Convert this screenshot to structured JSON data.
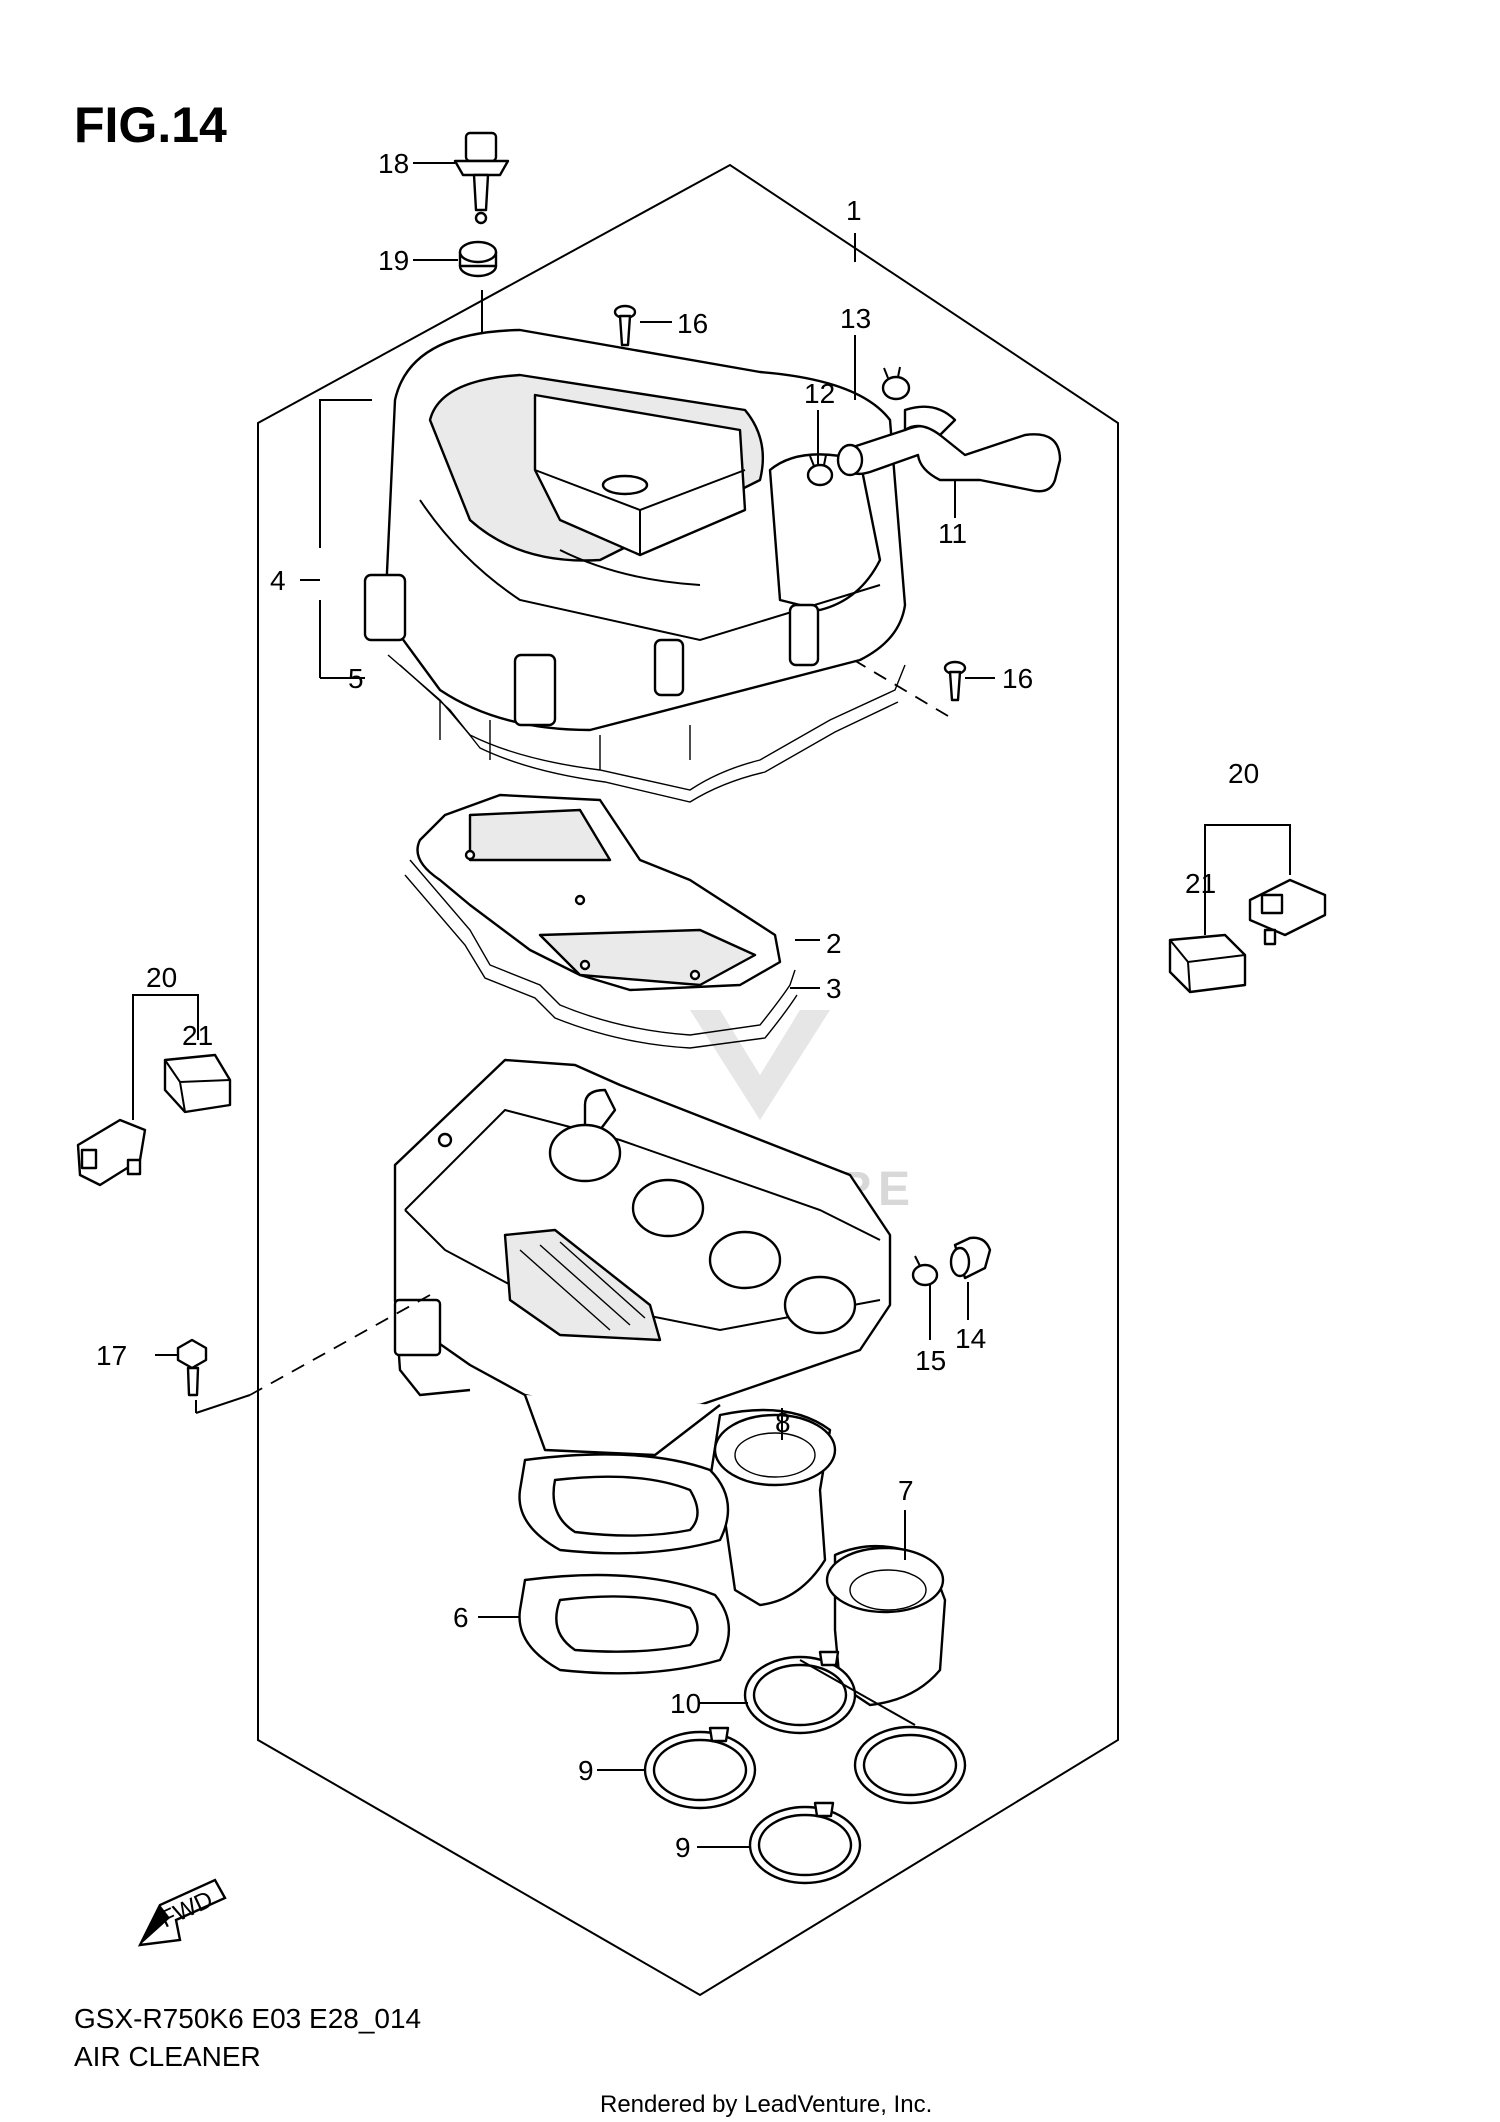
{
  "figure": {
    "title": "FIG.14",
    "model_code": "GSX-R750K6 E03 E28_014",
    "section_name": "AIR CLEANER",
    "fwd_marker": "FWD",
    "credit": "Rendered by LeadVenture, Inc.",
    "watermark": "LEADVENTURE"
  },
  "callouts": [
    {
      "id": "c1",
      "label": "1"
    },
    {
      "id": "c2",
      "label": "2"
    },
    {
      "id": "c3",
      "label": "3"
    },
    {
      "id": "c4",
      "label": "4"
    },
    {
      "id": "c5",
      "label": "5"
    },
    {
      "id": "c6",
      "label": "6"
    },
    {
      "id": "c7",
      "label": "7"
    },
    {
      "id": "c8",
      "label": "8"
    },
    {
      "id": "c9a",
      "label": "9"
    },
    {
      "id": "c9b",
      "label": "9"
    },
    {
      "id": "c10",
      "label": "10"
    },
    {
      "id": "c11",
      "label": "11"
    },
    {
      "id": "c12",
      "label": "12"
    },
    {
      "id": "c13",
      "label": "13"
    },
    {
      "id": "c14",
      "label": "14"
    },
    {
      "id": "c15",
      "label": "15"
    },
    {
      "id": "c16a",
      "label": "16"
    },
    {
      "id": "c16b",
      "label": "16"
    },
    {
      "id": "c17",
      "label": "17"
    },
    {
      "id": "c18",
      "label": "18"
    },
    {
      "id": "c19",
      "label": "19"
    },
    {
      "id": "c20a",
      "label": "20"
    },
    {
      "id": "c21a",
      "label": "21"
    },
    {
      "id": "c20b",
      "label": "20"
    },
    {
      "id": "c21b",
      "label": "21"
    }
  ]
}
